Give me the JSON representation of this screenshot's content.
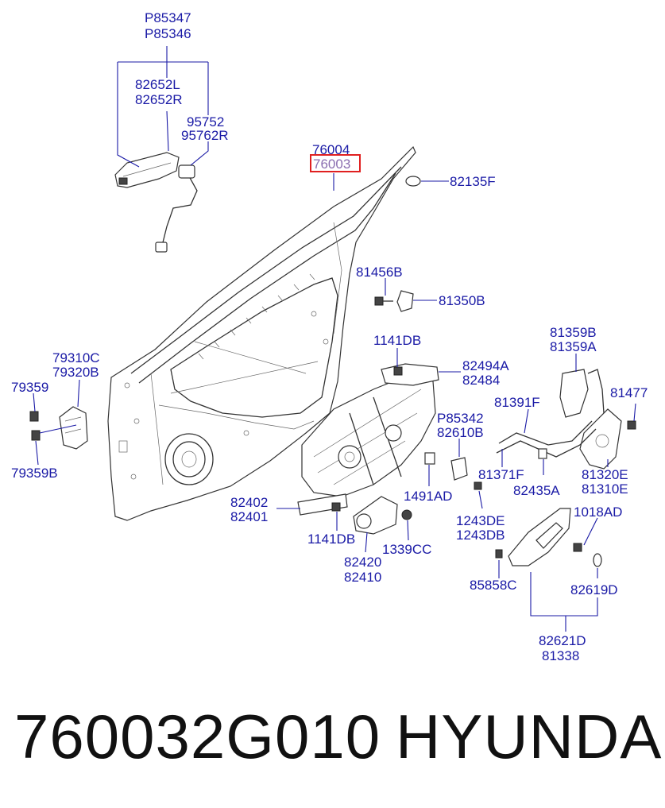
{
  "labels": {
    "p85347": "P85347",
    "p85346": "P85346",
    "l82652l": "82652L",
    "l82652r": "82652R",
    "l95752": "95752",
    "l95762r": "95762R",
    "l76004": "76004",
    "l76003": "76003",
    "l82135f": "82135F",
    "l81456b": "81456B",
    "l81350b": "81350B",
    "l1141db_top": "1141DB",
    "l82494a": "82494A",
    "l82484": "82484",
    "l81359b": "81359B",
    "l81359a": "81359A",
    "l79310c": "79310C",
    "l79320b": "79320B",
    "l79359": "79359",
    "l79359b": "79359B",
    "l81391f": "81391F",
    "l81477": "81477",
    "p85342": "P85342",
    "l82610b": "82610B",
    "l81371f": "81371F",
    "l82435a": "82435A",
    "l81320e": "81320E",
    "l81310e": "81310E",
    "l1491ad": "1491AD",
    "l82402": "82402",
    "l82401": "82401",
    "l1018ad": "1018AD",
    "l1243de": "1243DE",
    "l1243db": "1243DB",
    "l1141db_bot": "1141DB",
    "l1339cc": "1339CC",
    "l82420": "82420",
    "l82410": "82410",
    "l85858c": "85858C",
    "l82619d": "82619D",
    "l82621d": "82621D",
    "l81338": "81338"
  },
  "highlight": {
    "label": "76003",
    "box_color": "#e02020"
  },
  "colors": {
    "callout_text": "#1a1aa6",
    "highlight_text": "#8a6db0"
  },
  "footer": {
    "part_number": "760032G010",
    "brand": "HYUNDAI"
  }
}
